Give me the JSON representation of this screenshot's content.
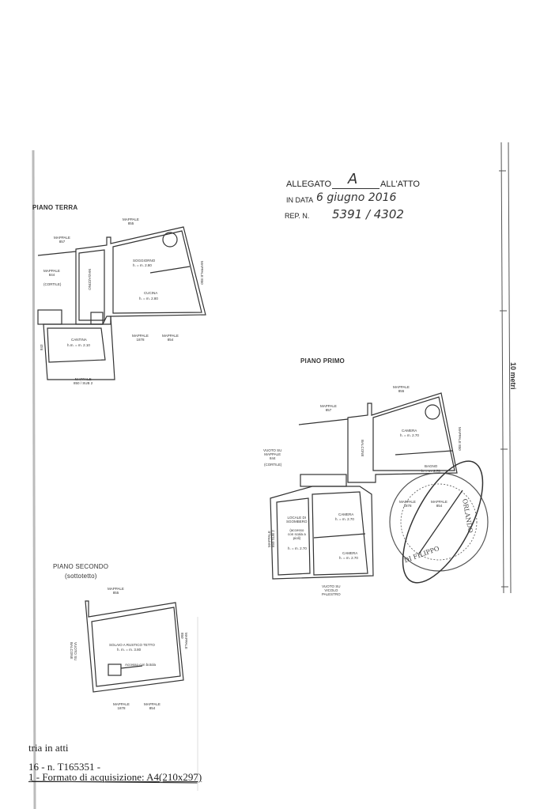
{
  "attachment": {
    "allegato_label": "ALLEGATO",
    "allegato_value": "A",
    "allatto_label": "ALL'ATTO",
    "in_data_label": "IN DATA",
    "in_data_value": "6 giugno 2016",
    "rep_label": "REP. N.",
    "rep_value": "5391 / 4302"
  },
  "piano_terra": {
    "title": "PIANO TERRA",
    "labels": {
      "mappale_855": "MAPPALE\n855",
      "mappale_857": "MAPPALE\n857",
      "mappale_844": "MAPPALE\n844",
      "cortile": "(CORTILE)",
      "magazzino": "MAGAZZINO",
      "soggiorno": "SOGGIORNO",
      "soggiorno_h": "h. = m. 2.80",
      "cucina": "CUCINA",
      "cucina_h": "h. = m. 2.80",
      "mappale_850_side": "MAPPALE 850",
      "cantina": "CANTINA",
      "cantina_h": "h.m. = m. 2.10",
      "mappale_1878": "MAPPALE\n1878",
      "mappale_854": "MAPPALE\n854",
      "mappale_850_sub2": "MAPPALE\n850 / SUB 2",
      "mappale_843": "843"
    }
  },
  "piano_primo": {
    "title": "PIANO PRIMO",
    "labels": {
      "mappale_855": "MAPPALE\n855",
      "mappale_857": "MAPPALE\n857",
      "vuoto_mappale_844": "VUOTO SU\nMAPPALE\n844",
      "cortile": "(CORTILE)",
      "balcone": "BALCONE",
      "camera1": "CAMERA",
      "camera1_h": "h. = m. 2.70",
      "mappale_side": "MAPPALE 850",
      "bagno": "BAGNO",
      "bagno_h": "h. = m. 2.70",
      "mappale_1878": "MAPPALE\n1878",
      "mappale_854": "MAPPALE\n854",
      "locale_sgombero": "LOCALE DI\nSGOMBERO",
      "accesso": "(accesso\ncon scala a\npioli)",
      "locale_h": "h. = m. 2.70",
      "camera2": "CAMERA",
      "camera2_h": "h. = m. 2.70",
      "camera3": "CAMERA",
      "camera3_h": "h. = m. 2.70",
      "vuoto_vicolo": "VUOTO SU\nVICOLO\nPALESTRO",
      "mappale_left": "MAPPALE\n850 SUB 2"
    }
  },
  "piano_secondo": {
    "title": "PIANO SECONDO",
    "subtitle": "(sottotetto)",
    "labels": {
      "mappale_855": "MAPPALE\n855",
      "vuoto_balcone": "VUOTO SU\nBALCONE",
      "solaio": "SOLAIO A RUSTICO TETTO",
      "solaio_h": "h. m. = m. 3.80",
      "accesso": "Accesso con botola",
      "mappale_side": "MAPPALE\n850",
      "mappale_1878": "MAPPALE\n1878",
      "mappale_854": "MAPPALE\n854"
    }
  },
  "scale_bar": {
    "label": "10 metri"
  },
  "stamp": {
    "text_top": "ORLANDO",
    "text_bottom": "DI FILIPPO"
  },
  "footer": {
    "line1": "tria in atti",
    "line2": "16 - n. T165351 -",
    "line3": "1 - Formato di acquisizione: A4(210x297)"
  }
}
